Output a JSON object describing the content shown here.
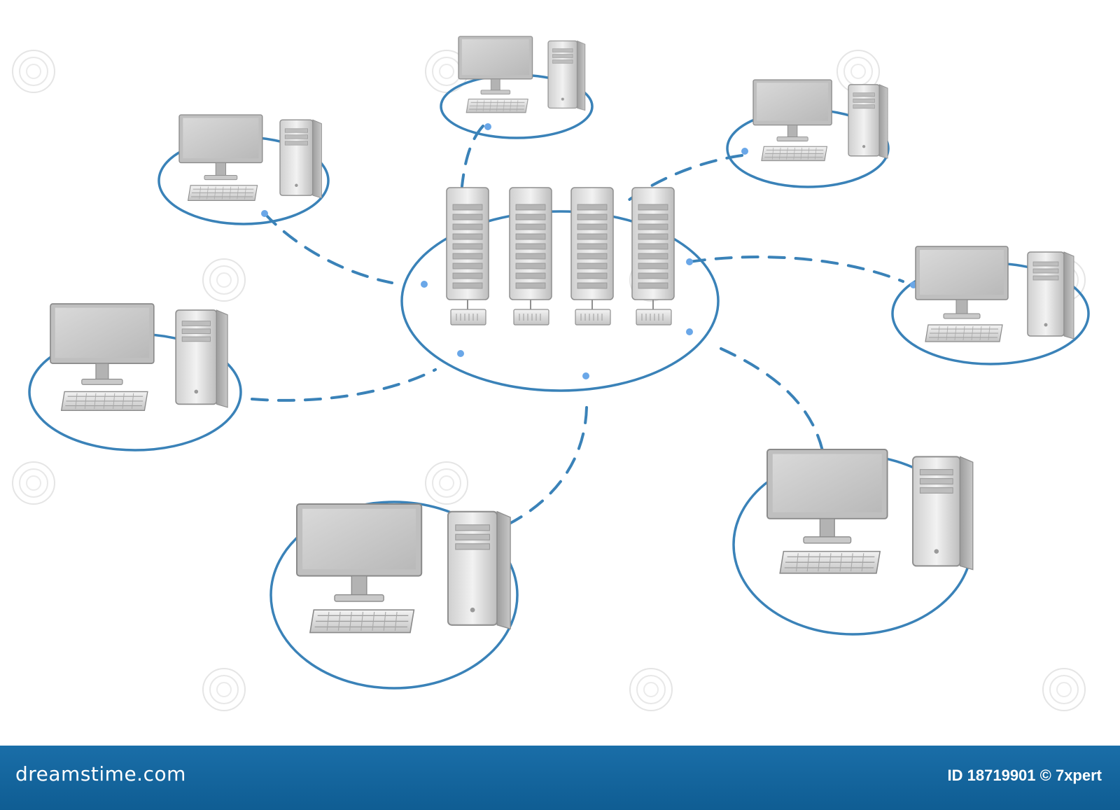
{
  "diagram": {
    "hub": {
      "kind": "server-rack",
      "server_count": 4
    },
    "nodes": [
      {
        "id": "client-top"
      },
      {
        "id": "client-top-left"
      },
      {
        "id": "client-top-right"
      },
      {
        "id": "client-right"
      },
      {
        "id": "client-left"
      },
      {
        "id": "client-bottom"
      },
      {
        "id": "client-bottom-right"
      }
    ],
    "colors": {
      "ring": "#3a82b8",
      "dash": "#3a82b8",
      "dot": "#6aa7e8",
      "device_light": "#e6e6e6",
      "device_dark": "#a8a8a8",
      "screen": "#c9c9c9",
      "footer": "#1469a3"
    }
  },
  "watermark": {
    "text": "dreamstime",
    "icon": "dreamstime-spiral-icon"
  },
  "footer": {
    "brand": "dreamstime.com",
    "credit": "ID 18719901 © 7xpert"
  }
}
